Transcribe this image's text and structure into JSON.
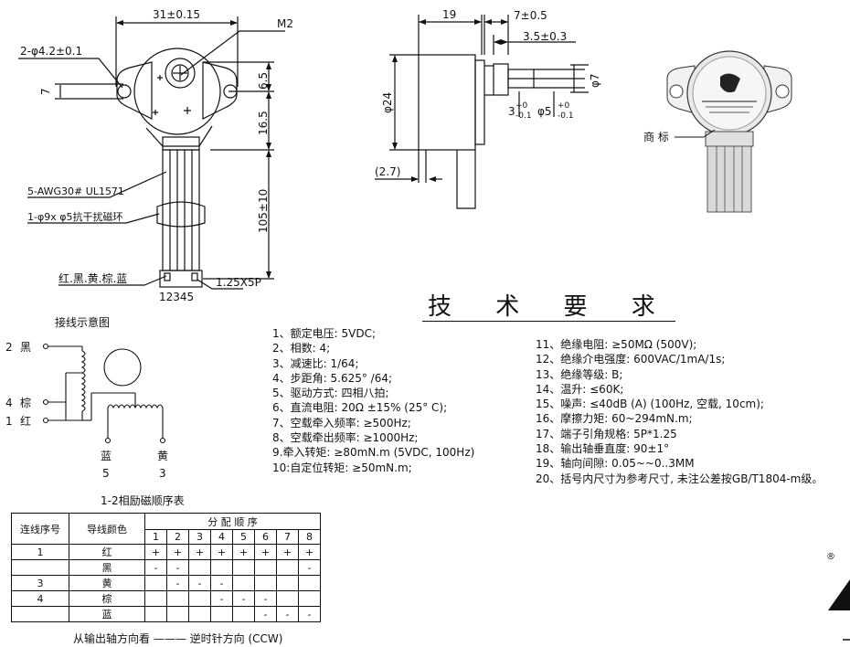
{
  "top_view": {
    "width_dim": "31±0.15",
    "label_m2": "M2",
    "label_holes": "2-φ4.2±0.1",
    "dim_7": "7",
    "dim_6_5": "6.5",
    "dim_16_5": "16.5",
    "dim_105": "105±10",
    "label_wire": "5-AWG30# UL1571",
    "label_ring": "1-φ9x φ5抗干扰磁环",
    "label_colors": "红.黑.黄.棕.蓝",
    "label_pins": "12345",
    "label_connector": "1.25X5P"
  },
  "side_view": {
    "dim_19": "19",
    "dim_7": "7±0.5",
    "dim_3_5": "3.5±0.3",
    "dim_phi24": "φ24",
    "dim_shaft_tol_main": "3",
    "dim_shaft_tol_up": "+0",
    "dim_shaft_tol_down": "-0.1",
    "dim_phi5": "φ5",
    "dim_phi5_up": "+0",
    "dim_phi5_down": "-0.1",
    "dim_2_7": "(2.7)",
    "dim_phi7": "φ7"
  },
  "photo_view": {
    "label_trademark": "商 标"
  },
  "wiring": {
    "title": "接线示意图",
    "label_2": "2",
    "color_2": "黑",
    "label_4": "4",
    "color_4": "棕",
    "label_1": "1",
    "color_1": "红",
    "color_5": "蓝",
    "label_5": "5",
    "color_3": "黄",
    "label_3": "3"
  },
  "table": {
    "caption": "1-2相励磁顺序表",
    "col_seq": "连线序号",
    "col_color": "导线颜色",
    "col_order": "分 配 顺 序",
    "steps": [
      "1",
      "2",
      "3",
      "4",
      "5",
      "6",
      "7",
      "8"
    ],
    "rows": [
      {
        "seq": "1",
        "color": "红",
        "cells": [
          "+",
          "+",
          "+",
          "+",
          "+",
          "+",
          "+",
          "+"
        ]
      },
      {
        "seq": "",
        "color": "黑",
        "cells": [
          "-",
          "-",
          "",
          "",
          "",
          "",
          "",
          "-"
        ]
      },
      {
        "seq": "3",
        "color": "黄",
        "cells": [
          "",
          "-",
          "-",
          "-",
          "",
          "",
          "",
          ""
        ]
      },
      {
        "seq": "4",
        "color": "棕",
        "cells": [
          "",
          "",
          "",
          "-",
          "-",
          "-",
          "",
          ""
        ]
      },
      {
        "seq": "",
        "color": "蓝",
        "cells": [
          "",
          "",
          "",
          "",
          "",
          "-",
          "-",
          "-"
        ]
      }
    ],
    "footer": "从输出轴方向看 ——— 逆时针方向 (CCW)"
  },
  "specs": {
    "title": "技 术 要 求",
    "left": [
      "1、额定电压: 5VDC;",
      "2、相数: 4;",
      "3、减速比: 1/64;",
      "4、步距角: 5.625° /64;",
      "5、驱动方式: 四相八拍;",
      "6、直流电阻: 20Ω ±15% (25° C);",
      "7、空载牵入频率: ≥500Hz;",
      "8、空载牵出频率: ≥1000Hz;",
      "9.牵入转矩: ≥80mN.m (5VDC, 100Hz)",
      "10:自定位转矩: ≥50mN.m;"
    ],
    "right": [
      "11、绝缘电阻: ≥50MΩ (500V);",
      "12、绝缘介电强度: 600VAC/1mA/1s;",
      "13、绝缘等级: B;",
      "14、温升: ≤60K;",
      "15、噪声: ≤40dB (A) (100Hz, 空载, 10cm);",
      "16、摩擦力矩: 60~294mN.m;",
      "17、端子引角规格: 5P*1.25",
      "18、输出轴垂直度: 90±1°",
      "19、轴向间隙: 0.05~~0..3MM",
      "20、括号内尺寸为参考尺寸, 未注公差按GB/T1804-m级。"
    ]
  },
  "logo": {
    "registered": "®"
  }
}
